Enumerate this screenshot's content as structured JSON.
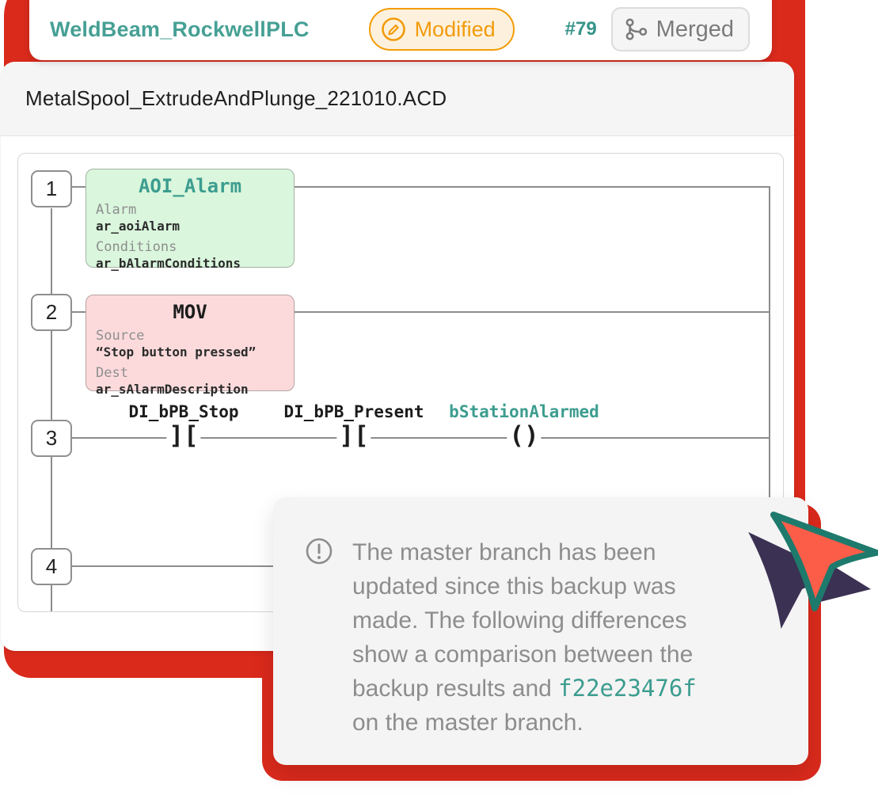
{
  "header": {
    "title": "WeldBeam_RockwellPLC",
    "modified_label": "Modified",
    "pr_number": "#79",
    "merged_label": "Merged"
  },
  "file": {
    "name": "MetalSpool_ExtrudeAndPlunge_221010.ACD"
  },
  "ladder": {
    "rungs": [
      {
        "number": "1"
      },
      {
        "number": "2"
      },
      {
        "number": "3"
      },
      {
        "number": "4"
      }
    ],
    "aoi_block": {
      "title": "AOI_Alarm",
      "params": [
        {
          "label": "Alarm",
          "value": "ar_aoiAlarm"
        },
        {
          "label": "Conditions",
          "value": "ar_bAlarmConditions"
        }
      ]
    },
    "mov_block": {
      "title": "MOV",
      "params": [
        {
          "label": "Source",
          "value": "“Stop button pressed”"
        },
        {
          "label": "Dest",
          "value": "ar_sAlarmDescription"
        }
      ]
    },
    "rung3": {
      "contact1_label": "DI_bPB_Stop",
      "contact2_label": "DI_bPB_Present",
      "coil_label": "bStationAlarmed",
      "contact_symbol": "][",
      "coil_symbol": "()"
    }
  },
  "tooltip": {
    "lines": [
      "The master branch has been",
      "updated since this backup was",
      "made. The following differences",
      "show a comparison between the",
      "backup results and",
      "on the master branch."
    ],
    "hash": "f22e23476f"
  },
  "colors": {
    "accent_teal": "#3c9d8f",
    "badge_orange": "#f49c05",
    "frame_red": "#da2a1c",
    "cursor_orange": "#fb5d49",
    "cursor_purple": "#3b3153"
  }
}
